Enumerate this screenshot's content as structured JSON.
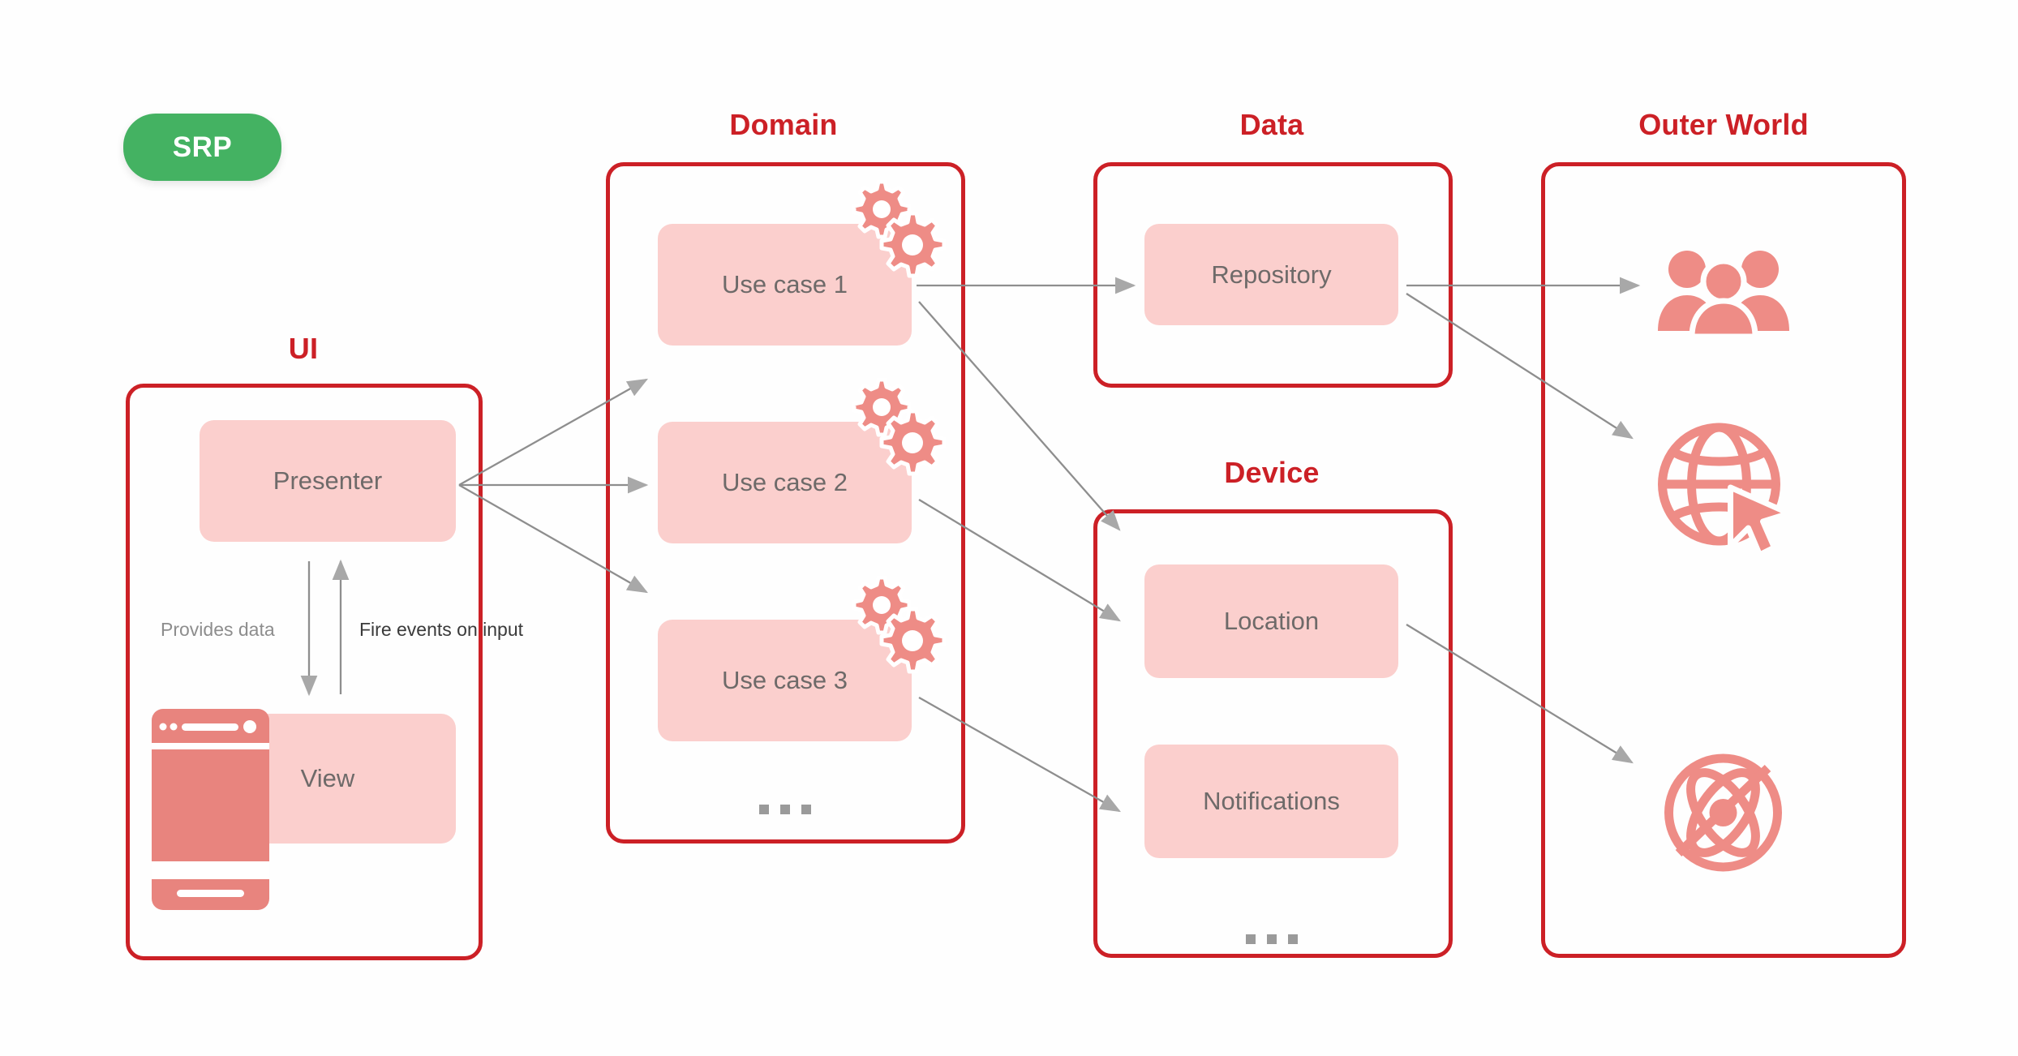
{
  "badge": {
    "label": "SRP",
    "color": "#44b262"
  },
  "theme": {
    "border_red": "#cc2026",
    "card_pink": "#fbcfcd",
    "icon_salmon": "#ee8c86",
    "arrow_gray": "#9a9a9a",
    "text_gray": "#6e6a69"
  },
  "groups": [
    {
      "key": "ui",
      "title": "UI",
      "cards": [
        {
          "name": "presenter",
          "label": "Presenter"
        },
        {
          "name": "view",
          "label": "View"
        }
      ],
      "edge_labels": [
        {
          "name": "provides-data",
          "label": "Provides data"
        },
        {
          "name": "fire-events",
          "label": "Fire events on input"
        }
      ]
    },
    {
      "key": "domain",
      "title": "Domain",
      "cards": [
        {
          "name": "use-case-1",
          "label": "Use case 1"
        },
        {
          "name": "use-case-2",
          "label": "Use case 2"
        },
        {
          "name": "use-case-3",
          "label": "Use case 3"
        }
      ],
      "more": "..."
    },
    {
      "key": "data",
      "title": "Data",
      "cards": [
        {
          "name": "repository",
          "label": "Repository"
        }
      ]
    },
    {
      "key": "device",
      "title": "Device",
      "cards": [
        {
          "name": "location",
          "label": "Location"
        },
        {
          "name": "notifications",
          "label": "Notifications"
        }
      ],
      "more": "..."
    },
    {
      "key": "outer-world",
      "title": "Outer World",
      "icons": [
        {
          "name": "people-icon"
        },
        {
          "name": "globe-cursor-icon"
        },
        {
          "name": "atom-disabled-icon"
        }
      ]
    }
  ]
}
